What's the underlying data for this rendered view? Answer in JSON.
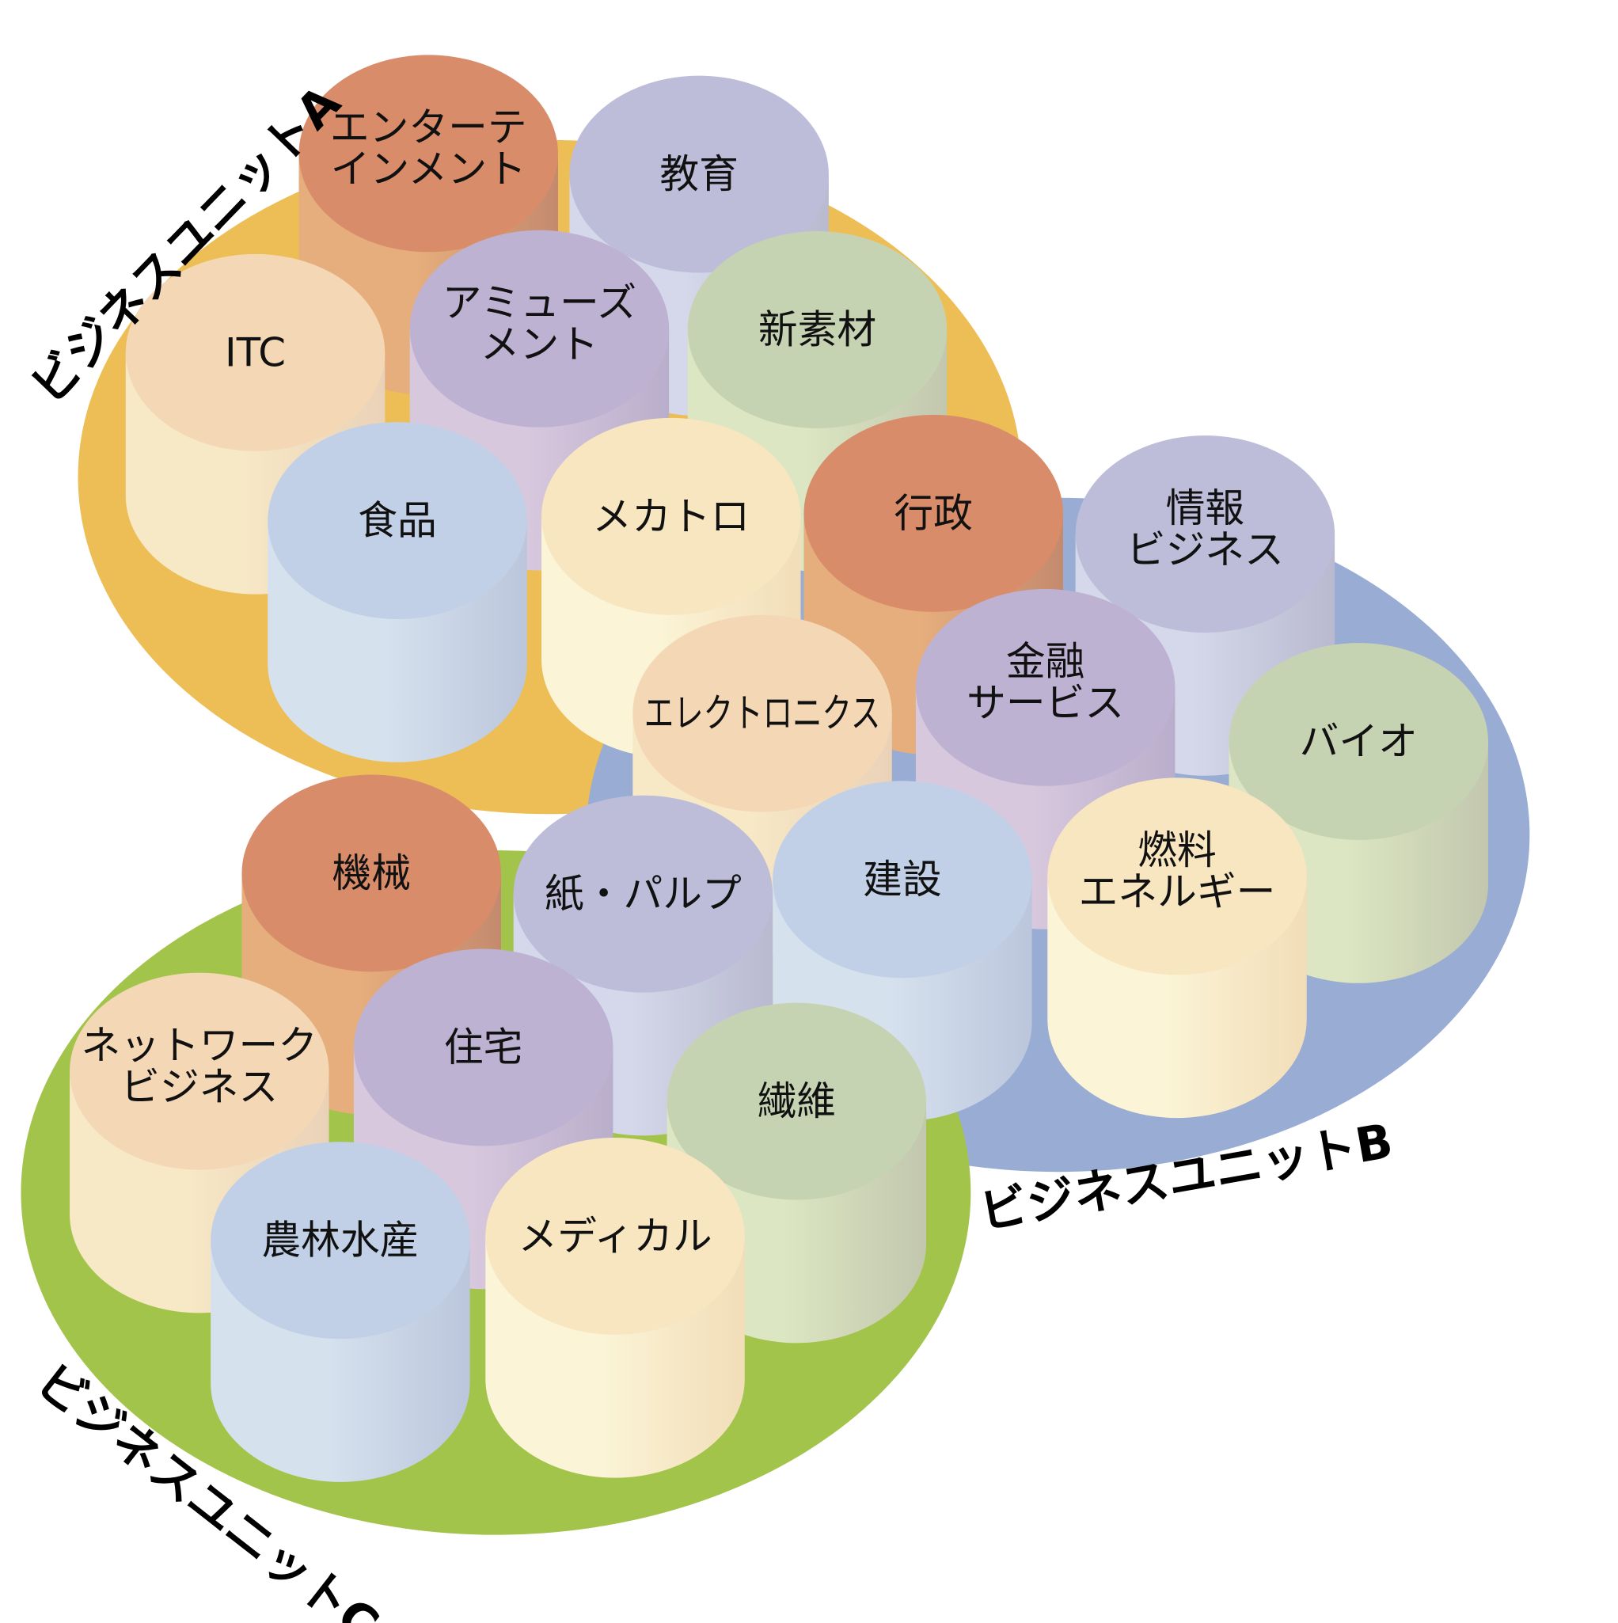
{
  "palette": {
    "terracotta": {
      "top": "#D98C6A",
      "side_light": "#E6AE7C",
      "side_dark": "#C48A6E"
    },
    "lavender": {
      "top": "#BDBDD9",
      "side_light": "#D4D8EA",
      "side_dark": "#B9B9CF"
    },
    "purple": {
      "top": "#BEB2D3",
      "side_light": "#D8C8DE",
      "side_dark": "#B9AECB"
    },
    "green": {
      "top": "#C6D3B3",
      "side_light": "#DCE6C2",
      "side_dark": "#C2C7AE"
    },
    "cream": {
      "top": "#F7E6C0",
      "side_light": "#FBF4D6",
      "side_dark": "#F2DDB8"
    },
    "peach": {
      "top": "#F4D8B6",
      "side_light": "#F7E8C6",
      "side_dark": "#EAD2B8"
    },
    "blue": {
      "top": "#C1D0E6",
      "side_light": "#D6E1EE",
      "side_dark": "#BBC6DC"
    }
  },
  "units": [
    {
      "id": "a",
      "label": "ビジネスユニットA",
      "color": "#ECBE55"
    },
    {
      "id": "b",
      "label": "ビジネスユニットB",
      "color": "#98ACD4"
    },
    {
      "id": "c",
      "label": "ビジネスユニットC",
      "color": "#A3C44A"
    }
  ],
  "segments": [
    {
      "lines": [
        "エンターテ",
        "インメント"
      ],
      "color": "terracotta"
    },
    {
      "lines": [
        "教育"
      ],
      "color": "lavender"
    },
    {
      "lines": [
        "ITC"
      ],
      "color": "peach"
    },
    {
      "lines": [
        "アミューズ",
        "メント"
      ],
      "color": "purple"
    },
    {
      "lines": [
        "新素材"
      ],
      "color": "green"
    },
    {
      "lines": [
        "食品"
      ],
      "color": "blue"
    },
    {
      "lines": [
        "メカトロ"
      ],
      "color": "cream"
    },
    {
      "lines": [
        "行政"
      ],
      "color": "terracotta"
    },
    {
      "lines": [
        "情報",
        "ビジネス"
      ],
      "color": "lavender"
    },
    {
      "lines": [
        "金融",
        "サービス"
      ],
      "color": "purple"
    },
    {
      "lines": [
        "エレクトロニクス"
      ],
      "color": "peach"
    },
    {
      "lines": [
        "バイオ"
      ],
      "color": "green"
    },
    {
      "lines": [
        "機械"
      ],
      "color": "terracotta"
    },
    {
      "lines": [
        "燃料",
        "エネルギー"
      ],
      "color": "cream"
    },
    {
      "lines": [
        "建設"
      ],
      "color": "blue"
    },
    {
      "lines": [
        "紙・パルプ"
      ],
      "color": "lavender"
    },
    {
      "lines": [
        "住宅"
      ],
      "color": "purple"
    },
    {
      "lines": [
        "ネットワーク",
        "ビジネス"
      ],
      "color": "peach"
    },
    {
      "lines": [
        "繊維"
      ],
      "color": "green"
    },
    {
      "lines": [
        "メディカル"
      ],
      "color": "cream"
    },
    {
      "lines": [
        "農林水産"
      ],
      "color": "blue"
    }
  ]
}
